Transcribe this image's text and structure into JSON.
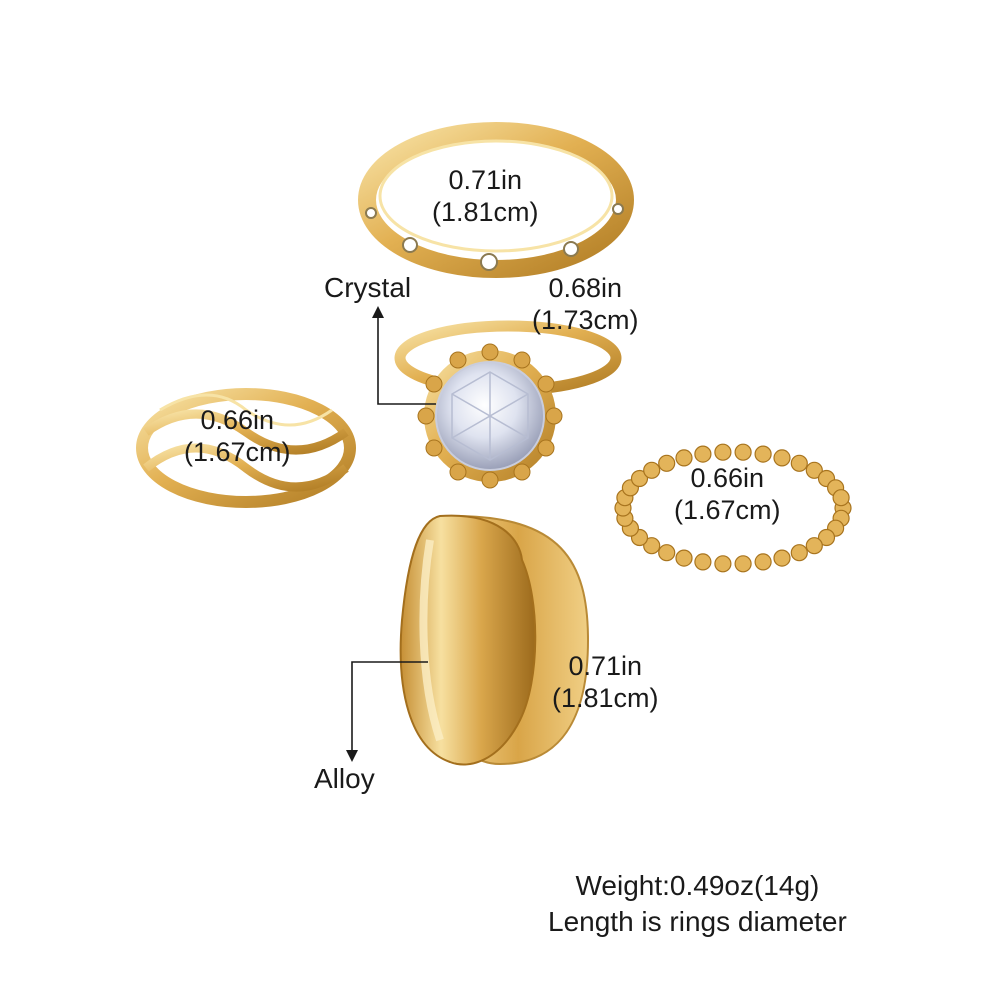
{
  "colors": {
    "gold_light": "#f6dfa0",
    "gold_mid": "#e3b45a",
    "gold_dark": "#a8741e",
    "gem": "#e9ecf6",
    "text": "#1a1a1a"
  },
  "rings": {
    "top_crystal_band": {
      "size_in": "0.71in",
      "size_cm": "(1.81cm)"
    },
    "solitaire": {
      "size_in": "0.68in",
      "size_cm": "(1.73cm)"
    },
    "twisted_band": {
      "size_in": "0.66in",
      "size_cm": "(1.67cm)"
    },
    "beaded_band": {
      "size_in": "0.66in",
      "size_cm": "(1.67cm)"
    },
    "wide_band": {
      "size_in": "0.71in",
      "size_cm": "(1.81cm)"
    }
  },
  "callouts": {
    "crystal": "Crystal",
    "alloy": "Alloy"
  },
  "footer": {
    "weight": "Weight:0.49oz(14g)",
    "note": "Length is rings diameter"
  }
}
